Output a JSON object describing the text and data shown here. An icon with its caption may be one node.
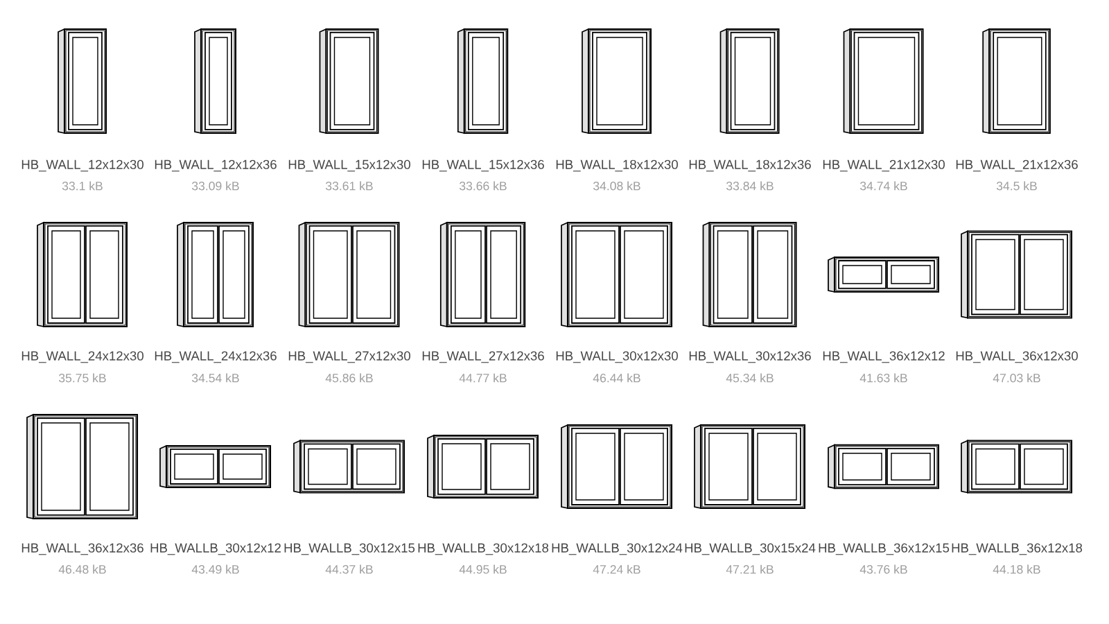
{
  "diagram": {
    "labels": [
      "HB_WALL_12x12x30",
      "33.1 kB",
      "HB_WALL_12x12x36",
      "33.09 kB",
      "HB_WALL_15x12x30",
      "33.61 kB",
      "HB_WALL_15x12x36",
      "33.66 kB",
      "HB_WALL_18x12x30",
      "34.08 kB",
      "HB_WALL_18x12x36",
      "33.84 kB",
      "HB_WALL_21x12x30",
      "34.74 kB",
      "HB_WALL_21x12x36",
      "34.5 kB",
      "HB_WALL_24x12x30",
      "35.75 kB",
      "HB_WALL_24x12x36",
      "34.54 kB",
      "HB_WALL_27x12x30",
      "45.86 kB",
      "HB_WALL_27x12x36",
      "44.77 kB",
      "HB_WALL_30x12x30",
      "46.44 kB",
      "HB_WALL_30x12x36",
      "45.34 kB",
      "HB_WALL_36x12x12",
      "41.63 kB",
      "HB_WALL_36x12x30",
      "47.03 kB",
      "HB_WALL_36x12x36",
      "46.48 kB",
      "HB_WALLB_30x12x12",
      "43.49 kB",
      "HB_WALLB_30x12x15",
      "44.37 kB",
      "HB_WALLB_30x12x18",
      "44.95 kB",
      "HB_WALLB_30x12x24",
      "47.24 kB",
      "HB_WALLB_30x15x24",
      "47.21 kB",
      "HB_WALLB_36x12x15",
      "43.76 kB",
      "HB_WALLB_36x12x18",
      "44.18 kB"
    ]
  }
}
